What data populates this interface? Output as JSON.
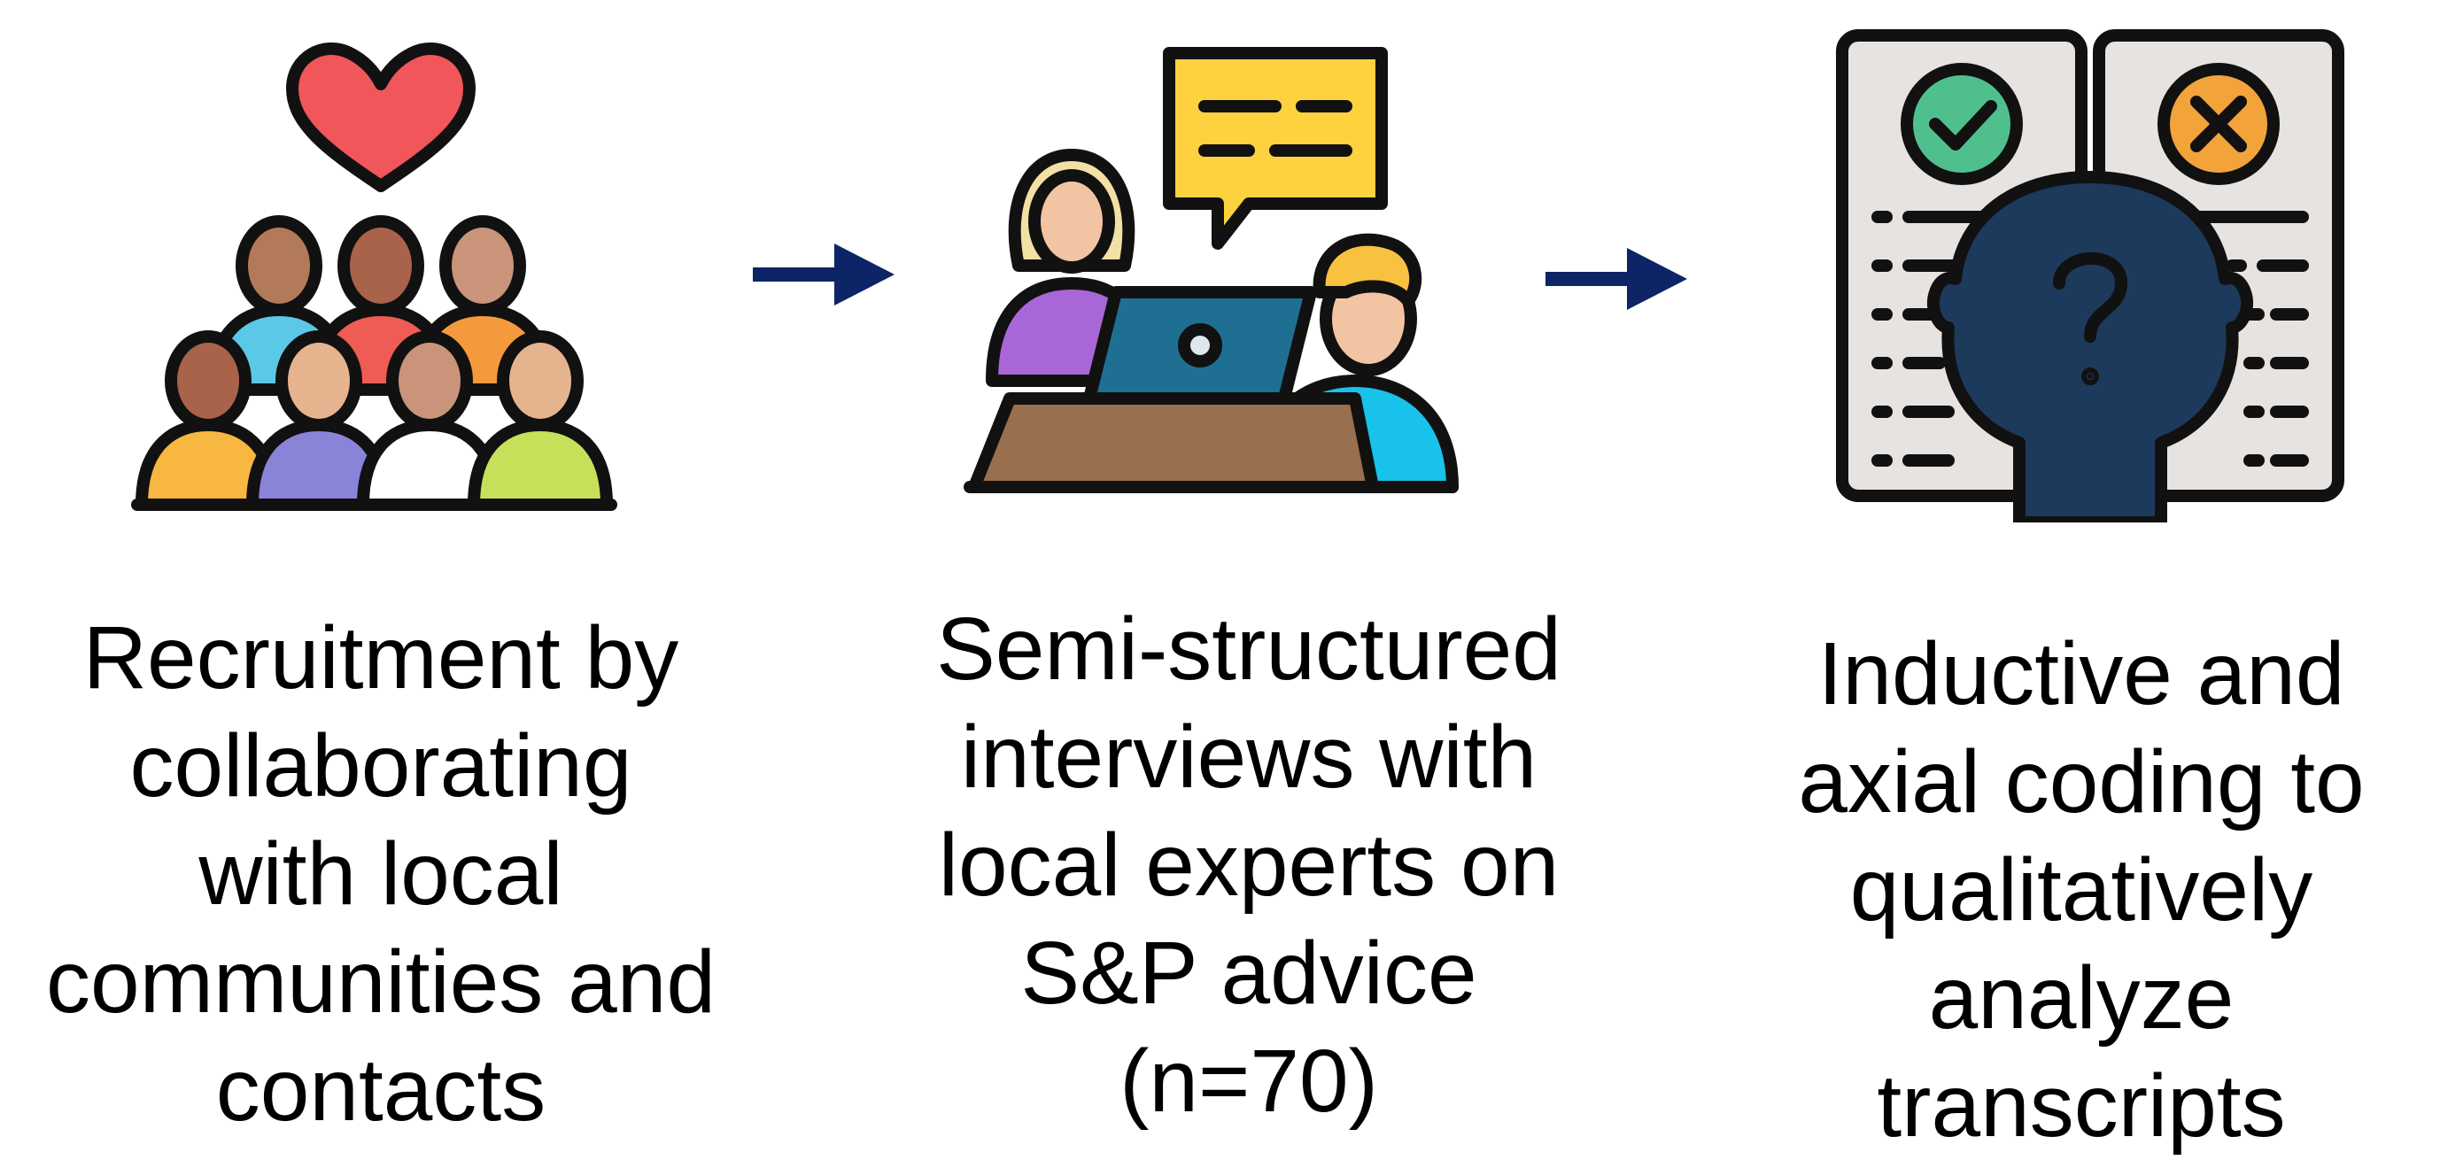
{
  "steps": [
    {
      "icon": "community-heart-icon",
      "lines": [
        "Recruitment by",
        "collaborating",
        "with local",
        "communities and",
        "contacts"
      ]
    },
    {
      "icon": "interview-icon",
      "lines": [
        "Semi-structured",
        "interviews with",
        "local experts on",
        "S&P advice",
        "(n=70)"
      ]
    },
    {
      "icon": "coding-analysis-icon",
      "lines": [
        "Inductive and",
        "axial coding to",
        "qualitatively",
        "analyze",
        "transcripts"
      ]
    }
  ],
  "colors": {
    "arrow": "#0d2466",
    "outline": "#111111",
    "heart": "#f0565a",
    "bubble": "#fdd23e",
    "laptop": "#1f6f93",
    "desk": "#9a6f4e",
    "paper": "#e6e3e0",
    "check": "#4fc08d",
    "cross": "#f2a33a",
    "head": "#1d3a5c"
  }
}
